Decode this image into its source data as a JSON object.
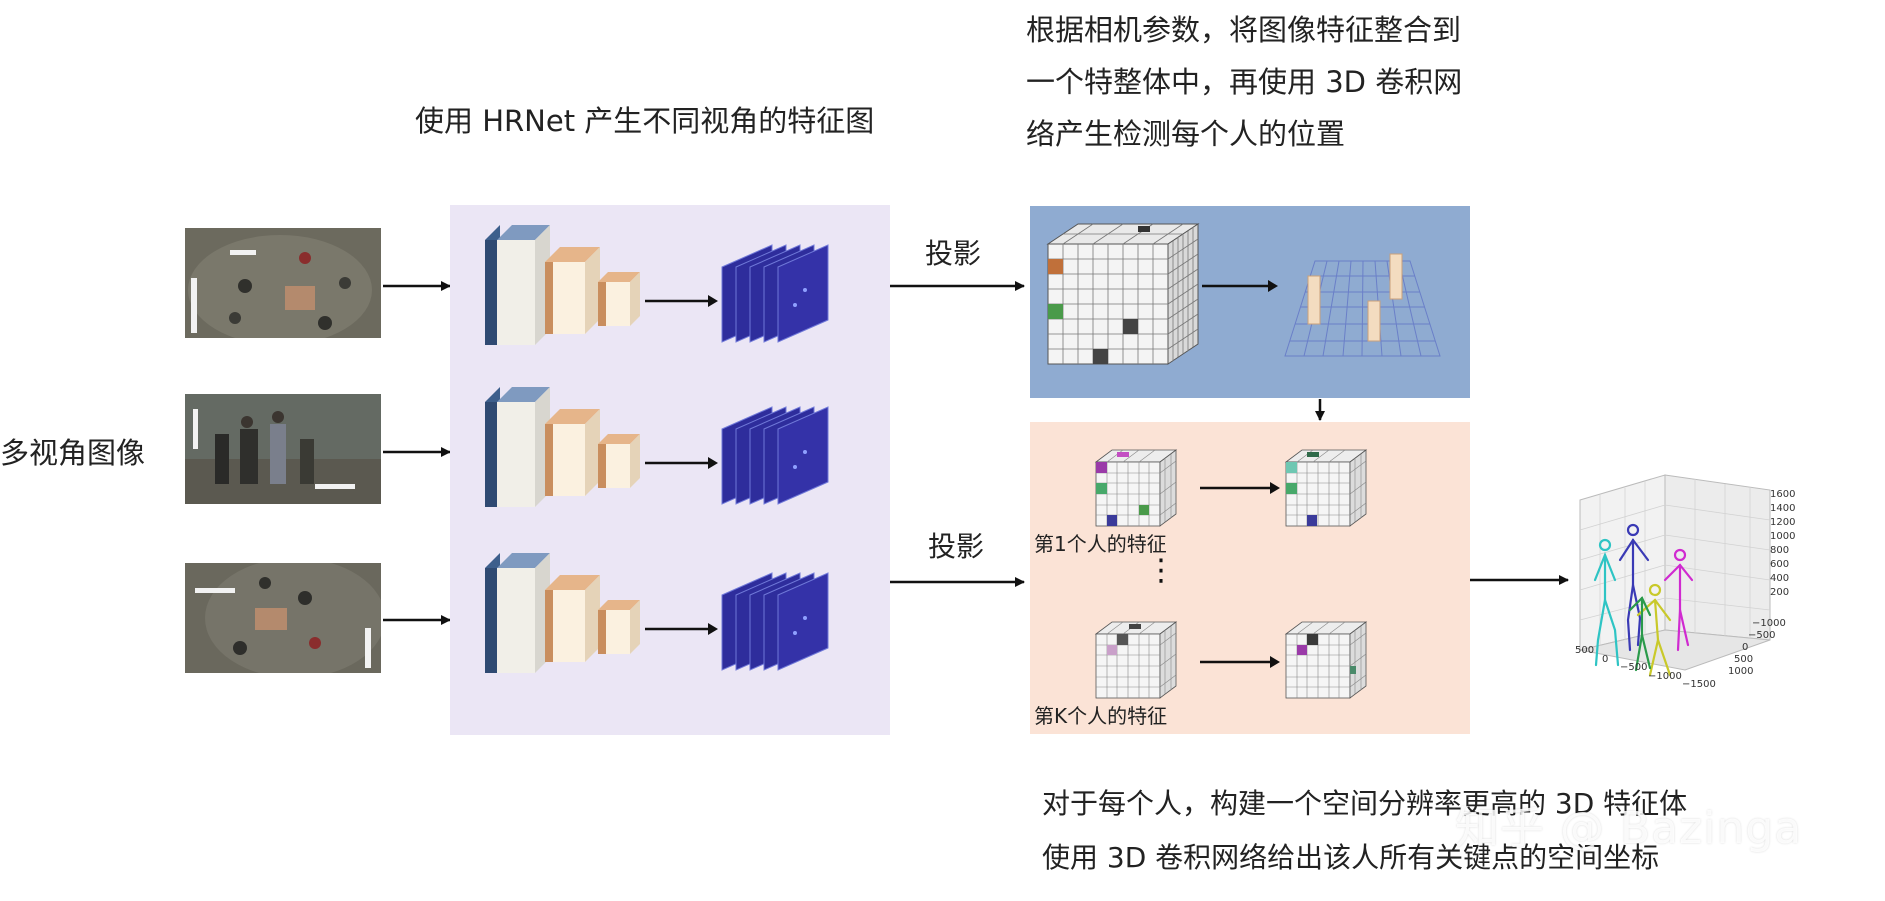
{
  "captions": {
    "top_left": "使用 HRNet 产生不同视角的特征图",
    "top_right_lines": [
      "根据相机参数，将图像特征整合到",
      "一个特整体中，再使用 3D 卷积网",
      "络产生检测每个人的位置"
    ],
    "bottom_right_lines": [
      "对于每个人，构建一个空间分辨率更高的 3D 特征体",
      "使用 3D 卷积网络给出该人所有关键点的空间坐标"
    ]
  },
  "input_label": "多视角图像",
  "projection_labels": [
    "投影",
    "投影"
  ],
  "person_features": {
    "first": "第1个人的特征",
    "last": "第K个人的特征",
    "ellipsis": "⋮"
  },
  "plot_axis": {
    "z_ticks": [
      "1600",
      "1400",
      "1200",
      "1000",
      "800",
      "600",
      "400",
      "200"
    ],
    "x_ticks": [
      "500",
      "0",
      "−500",
      "−1000",
      "−1500"
    ],
    "y_ticks": [
      "−1000",
      "−500",
      "0",
      "500",
      "1000"
    ]
  },
  "watermark": "知乎 @ Bazinga",
  "colors": {
    "feature_panel": "#ebe6f5",
    "detect_panel": "#8fabd1",
    "pose_panel": "#fbe3d6",
    "feature_map": "#2e2d9c"
  }
}
